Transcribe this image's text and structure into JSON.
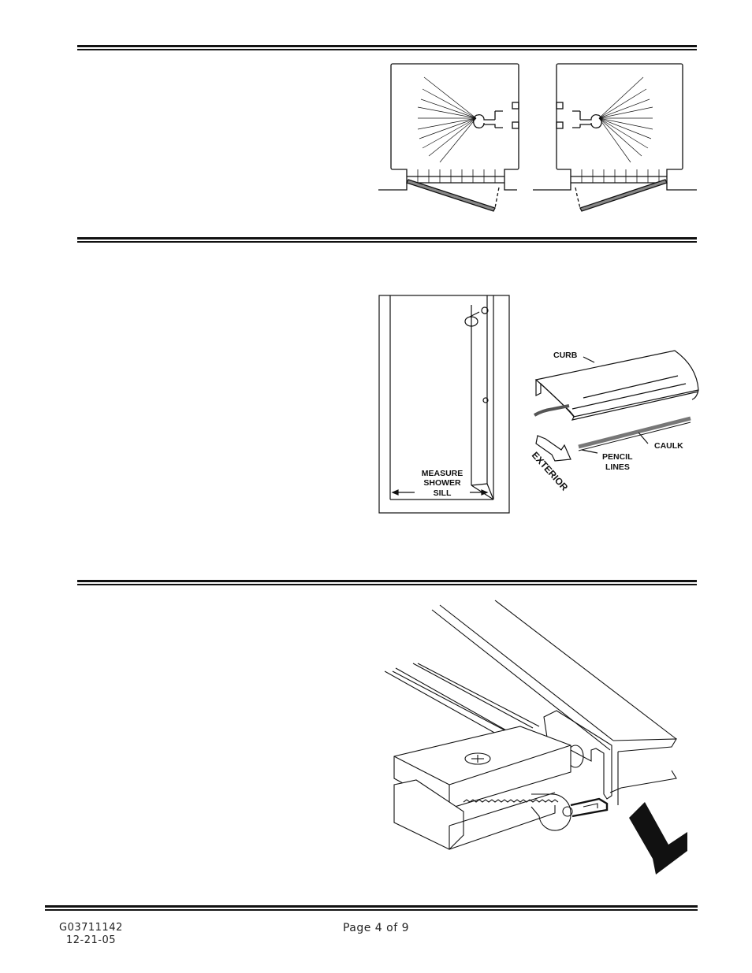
{
  "figure2": {
    "measure_label_1": "MEASURE",
    "measure_label_2": "SHOWER",
    "measure_label_3": "SILL",
    "curb_label": "CURB",
    "caulk_label": "CAULK",
    "pencil_label_1": "PENCIL",
    "pencil_label_2": "LINES",
    "exterior_label": "EXTERIOR"
  },
  "footer": {
    "doc_code": "G03711142",
    "doc_date": "12-21-05",
    "page": "Page 4 of 9"
  }
}
